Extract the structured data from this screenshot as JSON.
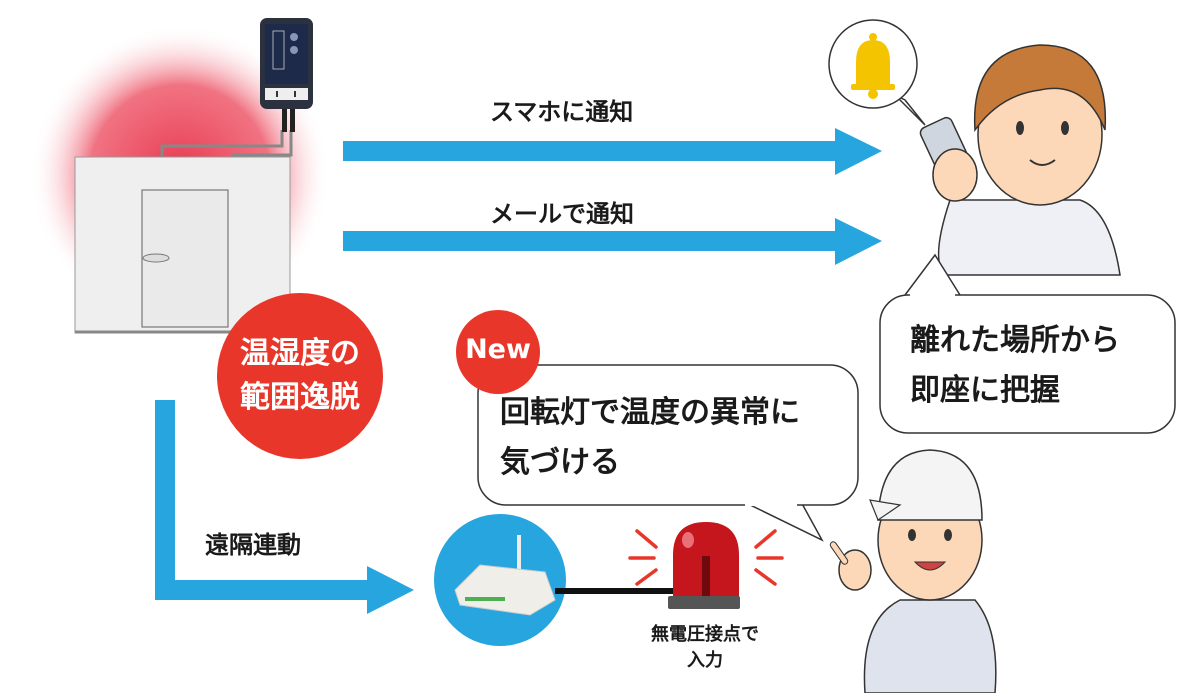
{
  "arrows": {
    "smartphone_notify": "スマホに通知",
    "mail_notify": "メールで通知",
    "remote_link": "遠隔連動"
  },
  "alert_circle": {
    "line1": "温湿度の",
    "line2": "範囲逸脱"
  },
  "badge_new": "New",
  "center_bubble": {
    "line1": "回転灯で温度の異常に",
    "line2": "気づける"
  },
  "right_bubble": {
    "line1": "離れた場所から",
    "line2": "即座に把握"
  },
  "contact_input": {
    "line1": "無電圧接点で",
    "line2": "入力"
  },
  "colors": {
    "blue": "#27a5de",
    "red": "#e8372a",
    "glow": "#e8384f"
  }
}
